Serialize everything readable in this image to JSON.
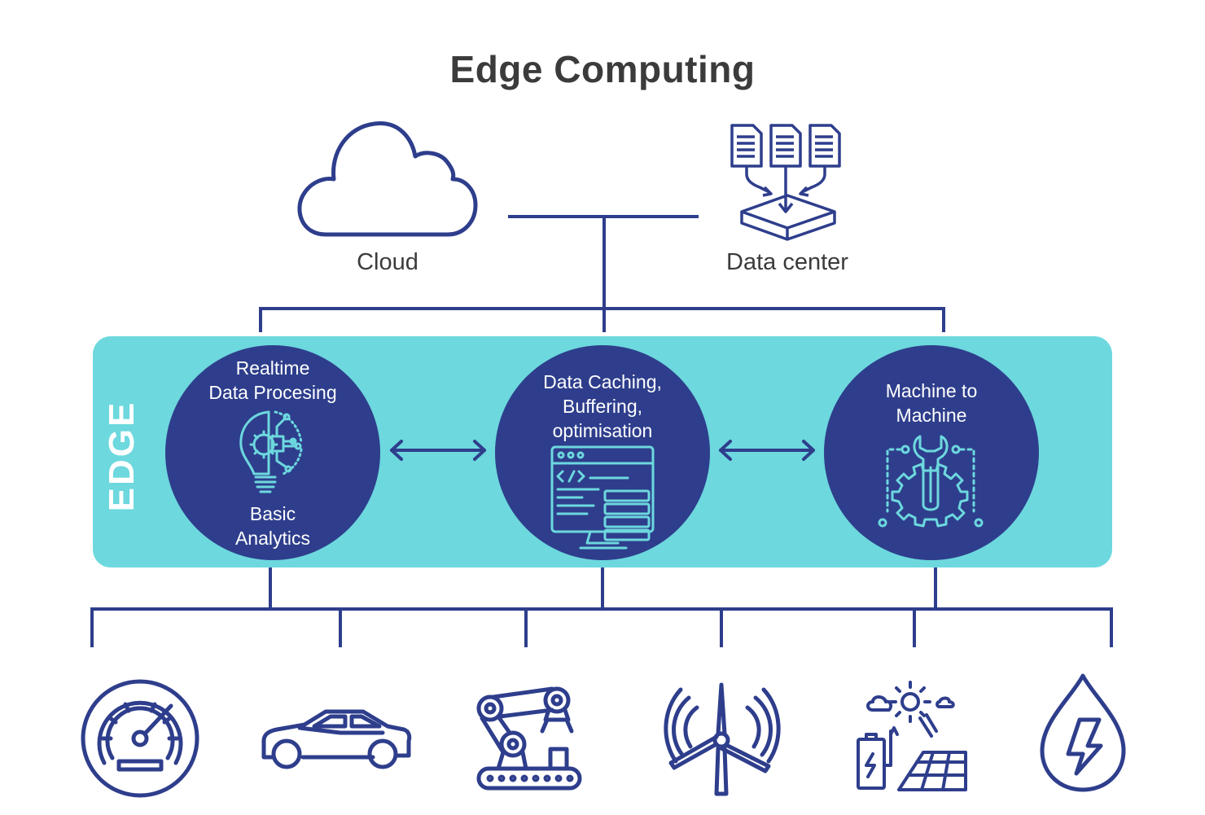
{
  "title": "Edge Computing",
  "top_nodes": {
    "cloud_label": "Cloud",
    "datacenter_label": "Data center"
  },
  "edge": {
    "label": "EDGE",
    "nodes": [
      {
        "label_top": "Realtime\nData Procesing",
        "label_bottom": "Basic\nAnalytics",
        "icon": "lightbulb-gear-icon"
      },
      {
        "label_top": "Data Caching,\nBuffering,\noptimisation",
        "icon": "code-window-server-icon"
      },
      {
        "label_top": "Machine to\nMachine",
        "icon": "wrench-gear-icon"
      }
    ]
  },
  "devices": [
    {
      "icon": "speedometer-icon"
    },
    {
      "icon": "car-icon"
    },
    {
      "icon": "robotic-arm-icon"
    },
    {
      "icon": "wind-turbine-icon"
    },
    {
      "icon": "solar-panel-battery-icon"
    },
    {
      "icon": "water-drop-energy-icon"
    }
  ],
  "colors": {
    "navy": "#2e3e8c",
    "edge_band": "#6dd8de",
    "title_text": "#3b3b3b",
    "white": "#ffffff"
  }
}
